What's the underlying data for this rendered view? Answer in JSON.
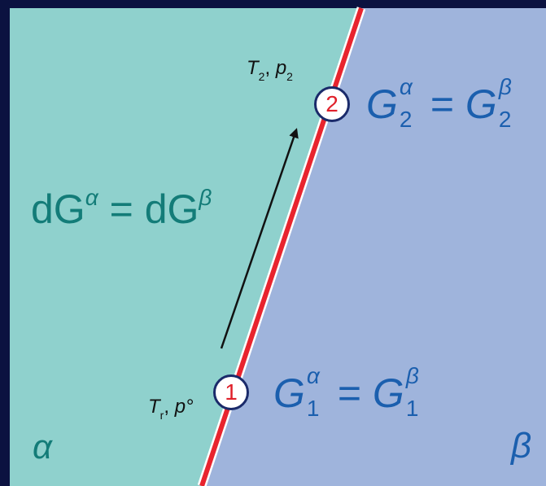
{
  "colors": {
    "frame": "#0b1240",
    "phase_alpha": "#8fd1cd",
    "phase_beta": "#9fb4dc",
    "boundary": "#e8242e",
    "text_blue": "#1b5fae",
    "text_teal": "#137c78",
    "arrow": "#111111"
  },
  "phase_alpha_label": "α",
  "phase_beta_label": "β",
  "center_equation": {
    "lhs": "dG",
    "lhs_sup": "α",
    "eq": "=",
    "rhs": "dG",
    "rhs_sup": "β"
  },
  "point1": {
    "number": "1",
    "conditions": {
      "T": "T",
      "T_sub": "r",
      "sep": ",",
      "p": "p°"
    },
    "equation": {
      "G": "G",
      "sup_a": "α",
      "sub": "1",
      "eq": "=",
      "sup_b": "β"
    }
  },
  "point2": {
    "number": "2",
    "conditions": {
      "T": "T",
      "T_sub": "2",
      "sep": ",",
      "p": "p",
      "p_sub": "2"
    },
    "equation": {
      "G": "G",
      "sup_a": "α",
      "sub": "2",
      "eq": "=",
      "sup_b": "β"
    }
  },
  "icons": {
    "arrow": "arrow-up-right-icon"
  }
}
